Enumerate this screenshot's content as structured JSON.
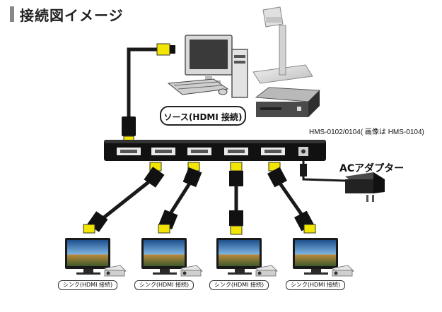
{
  "title": "接続図イメージ",
  "source_label": "ソース(HDMI 接続)",
  "model_label": "HMS-0102/0104( 画像は HMS-0104)",
  "ac_adapter_label": "ACアダプター",
  "sinks": [
    {
      "label": "シンク(HDMI 接続)"
    },
    {
      "label": "シンク(HDMI 接続)"
    },
    {
      "label": "シンク(HDMI 接続)"
    },
    {
      "label": "シンク(HDMI 接続)"
    }
  ],
  "colors": {
    "cable": "#1a1a1a",
    "connector": "#f2e600",
    "splitter": "#111111",
    "port": "#e9e9e9",
    "device_gray": "#c8c8c8"
  }
}
